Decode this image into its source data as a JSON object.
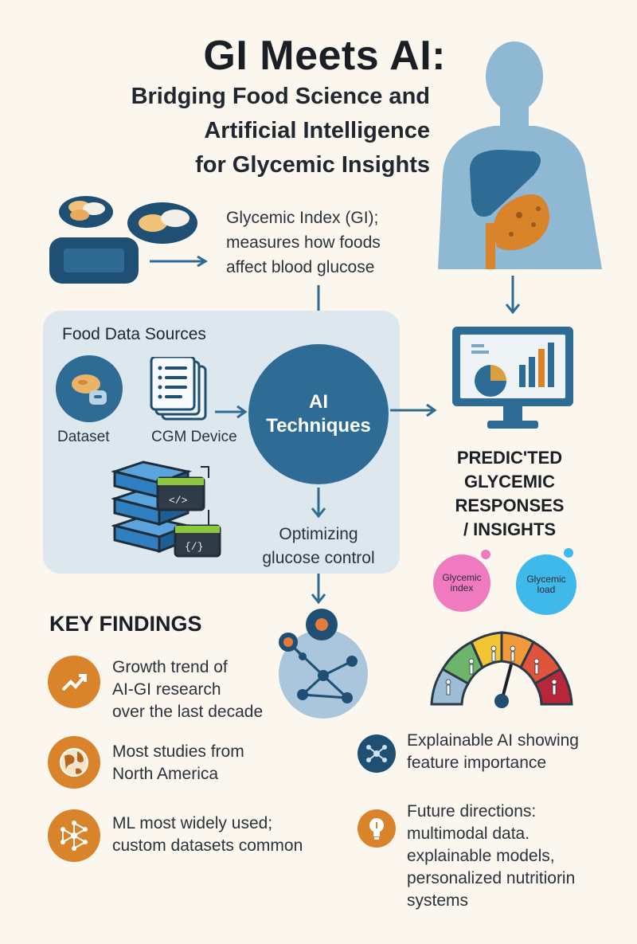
{
  "title": {
    "main": "GI Meets AI:",
    "sub_line1": "Bridging Food Science and",
    "sub_line2": "Artificial Intelligence",
    "sub_line3": "for Glycemic Insights"
  },
  "gi_description": {
    "line1": "Glycemic Index (GI);",
    "line2": "measures how foods",
    "line3": "affect blood glucose"
  },
  "panel": {
    "title": "Food Data Sources",
    "dataset_label": "Dataset",
    "cgm_label": "CGM Device",
    "ai_line1": "AI",
    "ai_line2": "Techniques",
    "optim_line1": "Optimizing",
    "optim_line2": "glucose control",
    "code_glyph_1": "</>",
    "code_glyph_2": "{/}"
  },
  "predicted": {
    "line1": "PREDIC'TED",
    "line2": "GLYCEMIC",
    "line3": "RESPONSES",
    "line4": "/ INSIGHTS"
  },
  "bubbles": {
    "gi_index_line1": "Glycemic",
    "gi_index_line2": "index",
    "gl_load_line1": "Glycemic",
    "gl_load_line2": "load"
  },
  "key_findings": {
    "heading": "KEY FINDINGS",
    "items": [
      {
        "lines": [
          "Growth trend of",
          "AI-GI research",
          "over the last decade"
        ],
        "icon": "trend-up-icon"
      },
      {
        "lines": [
          "Most studies from",
          "North America"
        ],
        "icon": "globe-icon"
      },
      {
        "lines": [
          "ML most widely used;",
          "custom datasets common"
        ],
        "icon": "network-icon"
      }
    ],
    "right_items": [
      {
        "lines": [
          "Explainable AI showing",
          "feature importance"
        ],
        "icon": "explainable-network-icon"
      },
      {
        "lines": [
          "Future directions:",
          "multimodal data.",
          "explainable models,",
          "personalized nutritiorin",
          "systems"
        ],
        "icon": "lightbulb-icon"
      }
    ]
  },
  "colors": {
    "background": "#fbf7ee",
    "primary_blue": "#2e6b95",
    "panel_bg": "#dde8ee",
    "accent_orange": "#d9832a",
    "body_silhouette": "#8fb8d3"
  }
}
